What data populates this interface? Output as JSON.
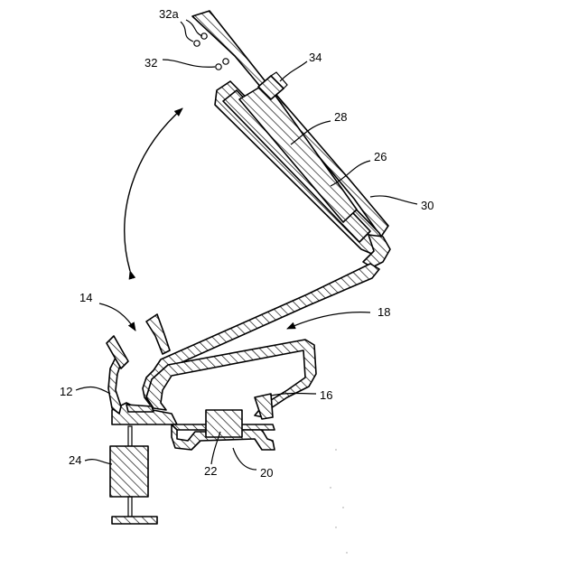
{
  "labels": {
    "l32a": "32a",
    "l32": "32",
    "l34": "34",
    "l28": "28",
    "l26": "26",
    "l30": "30",
    "l14": "14",
    "l18": "18",
    "l12": "12",
    "l16": "16",
    "l24": "24",
    "l22": "22",
    "l20": "20"
  }
}
